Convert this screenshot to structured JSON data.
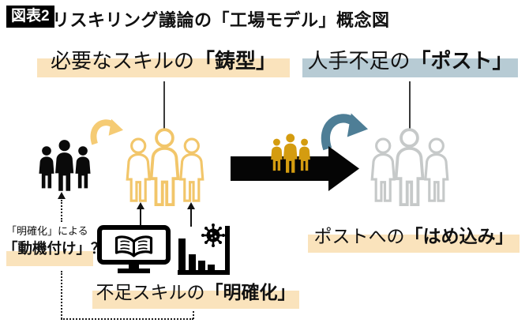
{
  "header": {
    "badge": "図表2",
    "title": "リスキリング議論の「工場モデル」概念図"
  },
  "labels": {
    "mold": {
      "pre": "必要なスキルの",
      "em": "「鋳型」"
    },
    "post": {
      "pre": "人手不足の",
      "em": "「ポスト」"
    },
    "clarify": {
      "pre": "不足スキルの",
      "em": "「明確化」"
    },
    "fit": {
      "pre": "ポストへの",
      "em": "「はめ込み」"
    },
    "motivation": {
      "line1": "「明確化」による",
      "line2": "「動機付け」？"
    }
  },
  "icons": {
    "workers_black": "three-workers-filled-black",
    "workers_amber_outline": "three-workers-outline-amber (skill mold)",
    "workers_gold": "three-workers-filled-gold (moving workers)",
    "workers_gray_outline": "three-workers-outline-gray (vacant posts)",
    "curved_arrow_amber": "curved-arrow-into-mold",
    "curved_arrow_blue": "curved-arrow-into-post",
    "big_right_arrow": "big-black-right-arrow",
    "elearning_monitor": "monitor-with-open-book",
    "downturn_chart_virus": "declining-bar-chart-with-virus"
  },
  "colors": {
    "cream": "#FAE3BC",
    "blueband": "#B7CBD4",
    "amber": "#F5CB74",
    "steel": "#4E7E96",
    "gold": "#D49C10",
    "amberline": "#F2C66A",
    "grayline": "#C6C9C9",
    "ink": "#111111"
  }
}
